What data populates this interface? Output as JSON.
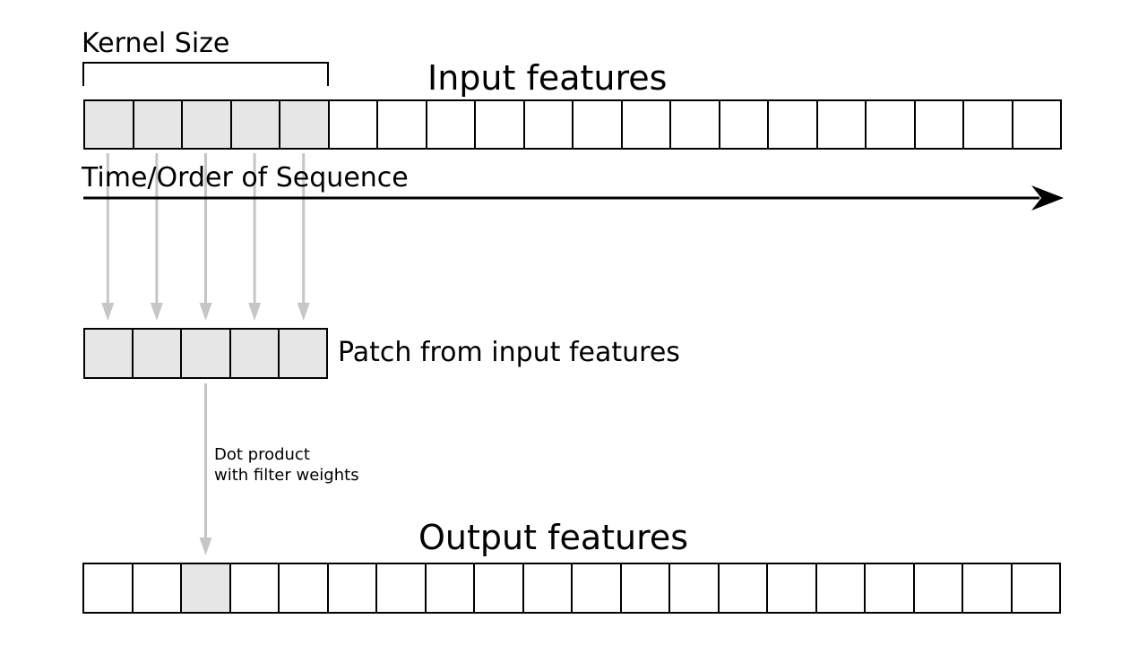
{
  "diagram": {
    "type": "1d-convolution-explainer",
    "labels": {
      "kernel_size": "Kernel Size",
      "input_title": "Input features",
      "time_axis": "Time/Order of Sequence",
      "patch_label": "Patch from input features",
      "dot_product_line1": "Dot product",
      "dot_product_line2": "with filter weights",
      "output_title": "Output features"
    },
    "kernel": {
      "size": 5
    },
    "rows": {
      "input": {
        "cell_count": 20,
        "shaded_indices": [
          0,
          1,
          2,
          3,
          4
        ]
      },
      "patch": {
        "cell_count": 5,
        "shaded_indices": [
          0,
          1,
          2,
          3,
          4
        ]
      },
      "output": {
        "cell_count": 20,
        "shaded_indices": [
          2
        ]
      }
    },
    "arrows": {
      "copy_arrow_count": 5,
      "copy_arrow_color": "#c6c6c6",
      "dot_product_arrow_color": "#c6c6c6",
      "time_axis_arrow_color": "#000000"
    },
    "colors": {
      "background": "#ffffff",
      "cell_shaded_fill": "#e6e6e6",
      "cell_plain_fill": "#ffffff",
      "cell_border": "#000000",
      "text": "#000000"
    }
  }
}
